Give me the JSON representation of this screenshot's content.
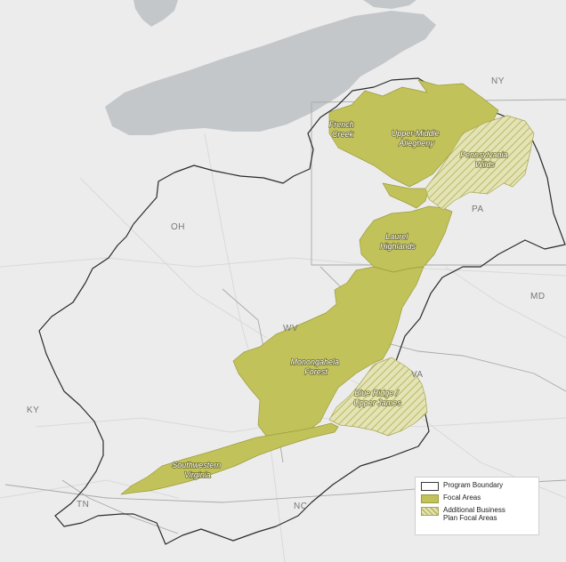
{
  "map": {
    "state_labels": {
      "ny": "NY",
      "pa": "PA",
      "oh": "OH",
      "md": "MD",
      "wv": "WV",
      "va": "VA",
      "ky": "KY",
      "tn": "TN",
      "nc": "NC"
    },
    "focal_area_labels": {
      "french_creek": [
        "French",
        "Creek"
      ],
      "upper_middle_allegheny": [
        "Upper-Middle",
        "Allegheny"
      ],
      "pennsylvania_wilds": [
        "Pennsylvania",
        "Wilds"
      ],
      "laurel_highlands": [
        "Laurel",
        "Highlands"
      ],
      "monongahela_forest": [
        "Monongahela",
        "Forest"
      ],
      "blue_ridge_upper_james": [
        "Blue Ridge /",
        "Upper James"
      ],
      "southwestern_virginia": [
        "Southwestern",
        "Virginia"
      ]
    },
    "colors": {
      "land": "#ececec",
      "water": "#c4c7ca",
      "focal_area": "#c2c25a",
      "additional_focal_area": "#e3e3b6",
      "hatch": "#b9b963",
      "boundary": "#2b2b2b"
    }
  },
  "legend": {
    "items": [
      {
        "label": "Program Boundary",
        "swatch": "outline"
      },
      {
        "label": "Focal Areas",
        "swatch": "solid"
      },
      {
        "label": "Additional Business Plan Focal Areas",
        "swatch": "hatched"
      }
    ]
  }
}
